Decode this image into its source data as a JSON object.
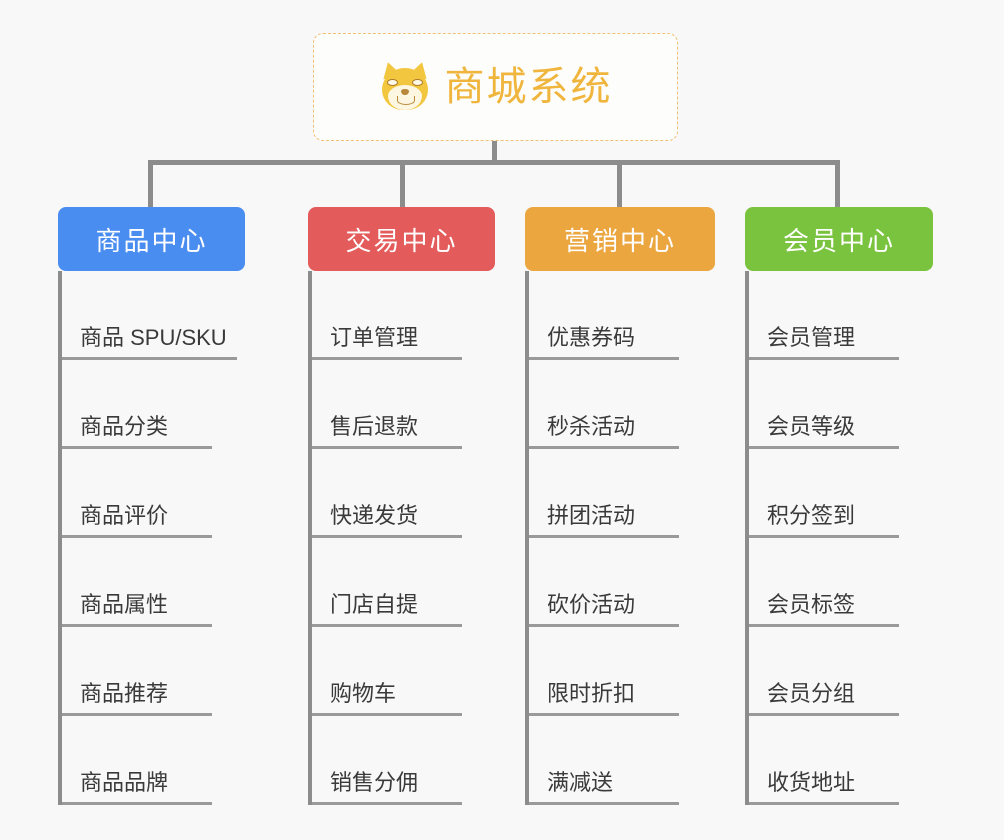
{
  "diagram": {
    "type": "org-tree",
    "background_color": "#f8f8f8",
    "root": {
      "title": "商城系统",
      "icon": "shiba-dog-face-icon",
      "text_color": "#f0b53c",
      "border_color": "#f0c070",
      "border_style": "dashed"
    },
    "columns": [
      {
        "header": "商品中心",
        "color": "#4a8df0",
        "items": [
          "商品 SPU/SKU",
          "商品分类",
          "商品评价",
          "商品属性",
          "商品推荐",
          "商品品牌"
        ]
      },
      {
        "header": "交易中心",
        "color": "#e35b5b",
        "items": [
          "订单管理",
          "售后退款",
          "快递发货",
          "门店自提",
          "购物车",
          "销售分佣"
        ]
      },
      {
        "header": "营销中心",
        "color": "#eba640",
        "items": [
          "优惠券码",
          "秒杀活动",
          "拼团活动",
          "砍价活动",
          "限时折扣",
          "满减送"
        ]
      },
      {
        "header": "会员中心",
        "color": "#7ac33f",
        "items": [
          "会员管理",
          "会员等级",
          "积分签到",
          "会员标签",
          "会员分组",
          "收货地址"
        ]
      }
    ]
  }
}
